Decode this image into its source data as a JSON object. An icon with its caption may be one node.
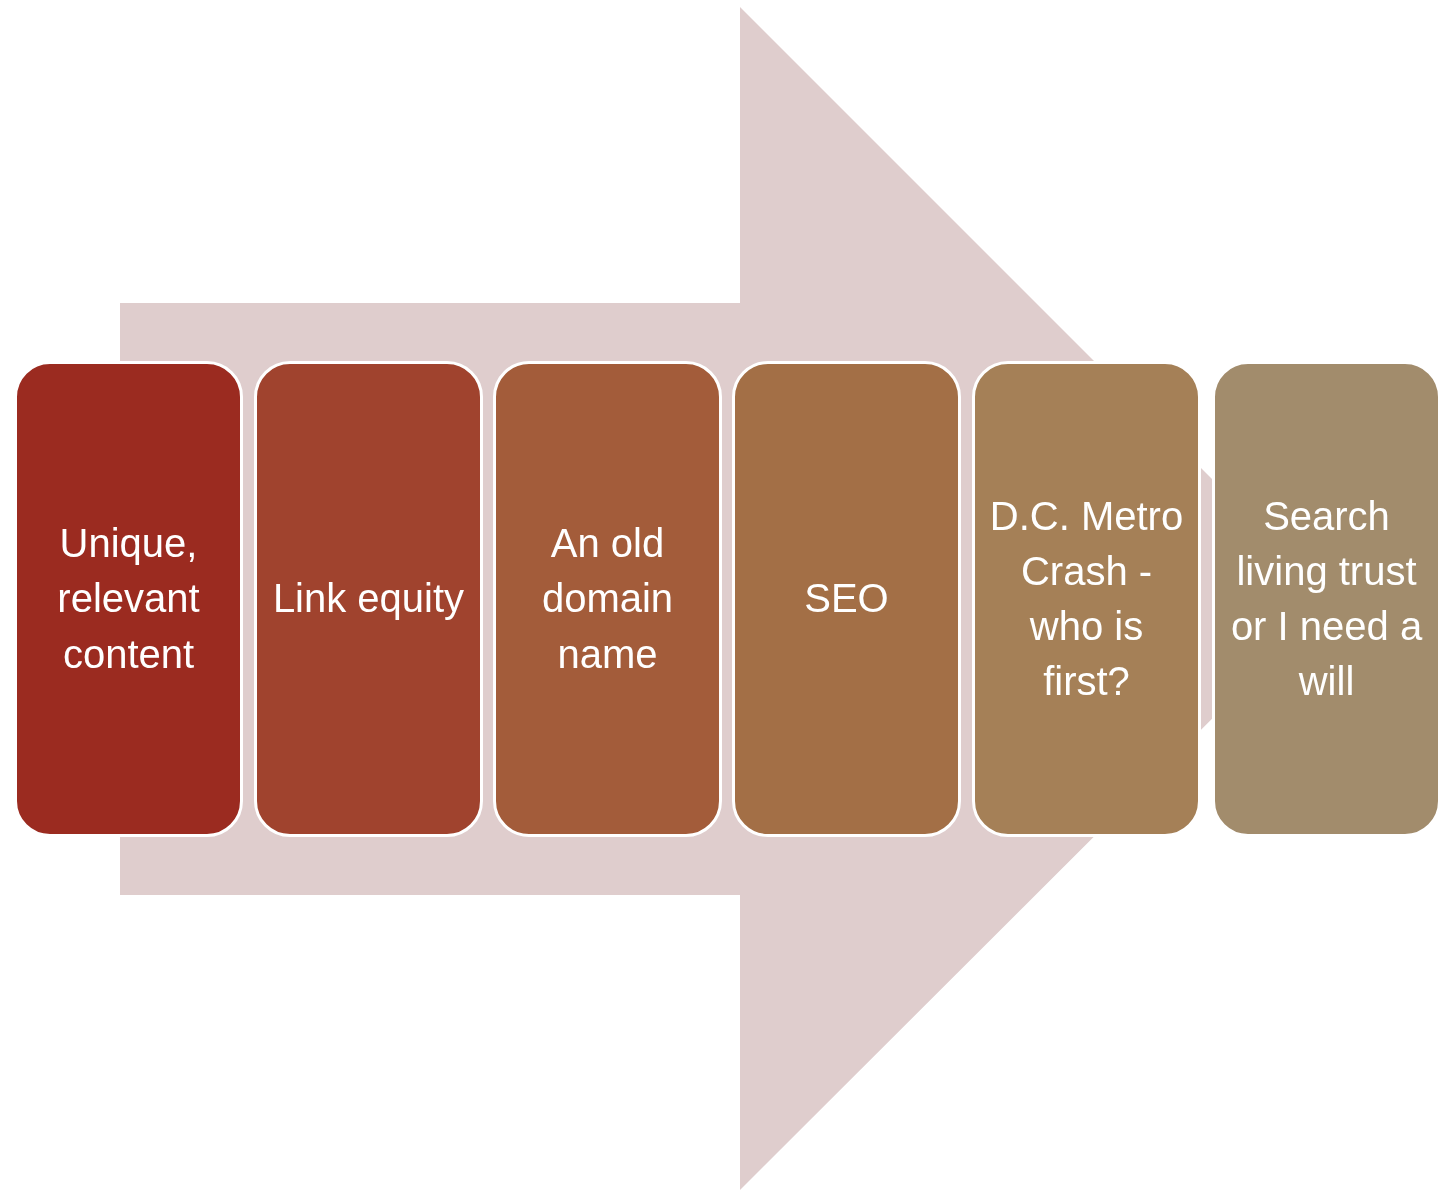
{
  "diagram": {
    "nodes": [
      {
        "text": [
          "Unique, relevant content"
        ]
      },
      {
        "text": [
          "Link equity"
        ]
      },
      {
        "text": [
          "An old domain name"
        ]
      },
      {
        "text": [
          "SEO"
        ]
      },
      {
        "text": [
          "D.C. Metro Crash - who is first?"
        ]
      },
      {
        "text": [
          "Search living trust or I need a will"
        ]
      }
    ],
    "edges": [
      {
        "from": 0,
        "to": 5,
        "arrow": "to"
      }
    ]
  }
}
